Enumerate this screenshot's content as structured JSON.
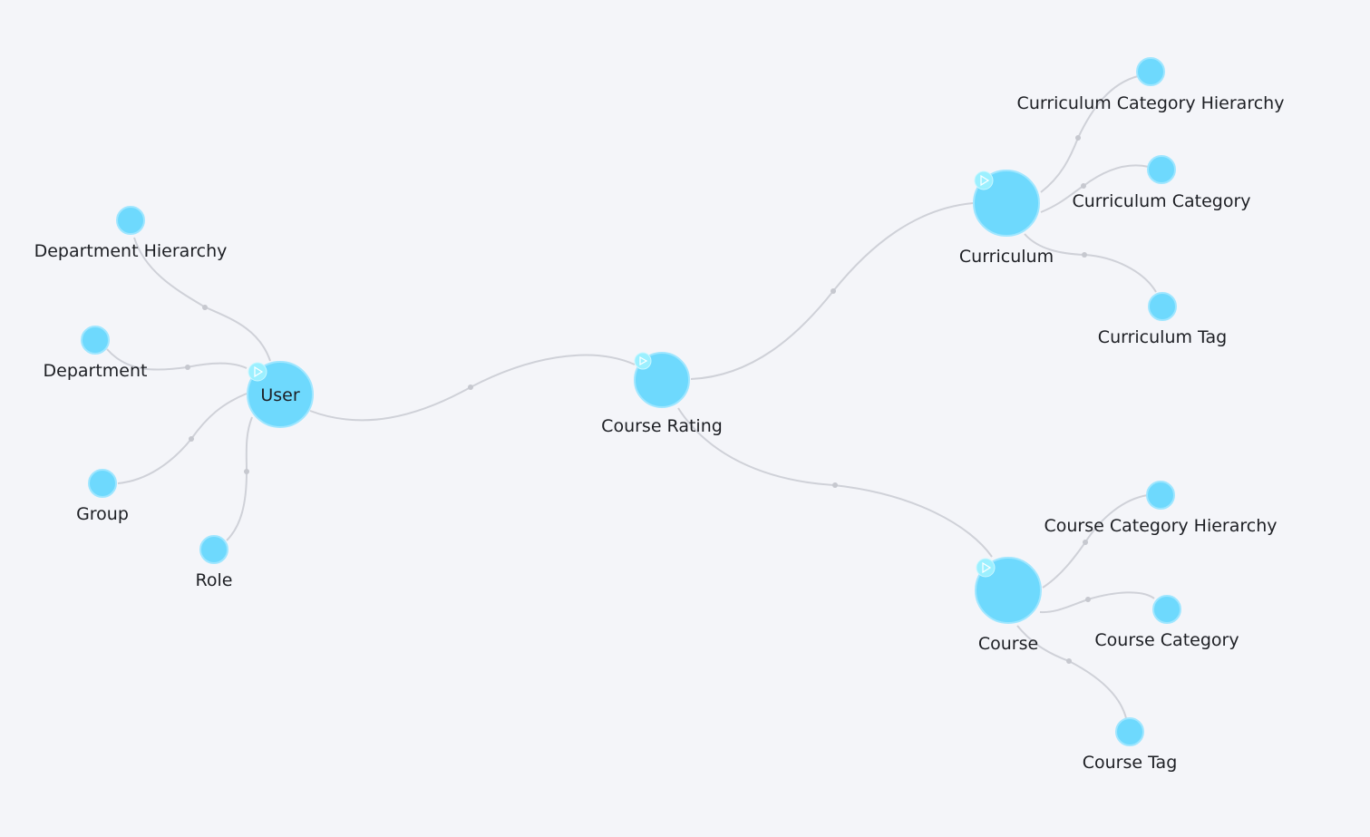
{
  "diagram": {
    "nodes": [
      {
        "id": "user",
        "label": "User"
      },
      {
        "id": "department-hierarchy",
        "label": "Department Hierarchy"
      },
      {
        "id": "department",
        "label": "Department"
      },
      {
        "id": "group",
        "label": "Group"
      },
      {
        "id": "role",
        "label": "Role"
      },
      {
        "id": "course-rating",
        "label": "Course Rating"
      },
      {
        "id": "curriculum",
        "label": "Curriculum"
      },
      {
        "id": "curriculum-category-hierarchy",
        "label": "Curriculum Category Hierarchy"
      },
      {
        "id": "curriculum-category",
        "label": "Curriculum Category"
      },
      {
        "id": "curriculum-tag",
        "label": "Curriculum Tag"
      },
      {
        "id": "course",
        "label": "Course"
      },
      {
        "id": "course-category-hierarchy",
        "label": "Course Category Hierarchy"
      },
      {
        "id": "course-category",
        "label": "Course Category"
      },
      {
        "id": "course-tag",
        "label": "Course Tag"
      }
    ],
    "edges": [
      {
        "from": "user",
        "to": "department-hierarchy"
      },
      {
        "from": "user",
        "to": "department"
      },
      {
        "from": "user",
        "to": "group"
      },
      {
        "from": "user",
        "to": "role"
      },
      {
        "from": "user",
        "to": "course-rating"
      },
      {
        "from": "course-rating",
        "to": "curriculum"
      },
      {
        "from": "course-rating",
        "to": "course"
      },
      {
        "from": "curriculum",
        "to": "curriculum-category-hierarchy"
      },
      {
        "from": "curriculum",
        "to": "curriculum-category"
      },
      {
        "from": "curriculum",
        "to": "curriculum-tag"
      },
      {
        "from": "course",
        "to": "course-category-hierarchy"
      },
      {
        "from": "course",
        "to": "course-category"
      },
      {
        "from": "course",
        "to": "course-tag"
      }
    ],
    "colors": {
      "node_fill": "#6ed9fd",
      "edge": "#cfd1d8",
      "background": "#f4f5f9"
    }
  }
}
